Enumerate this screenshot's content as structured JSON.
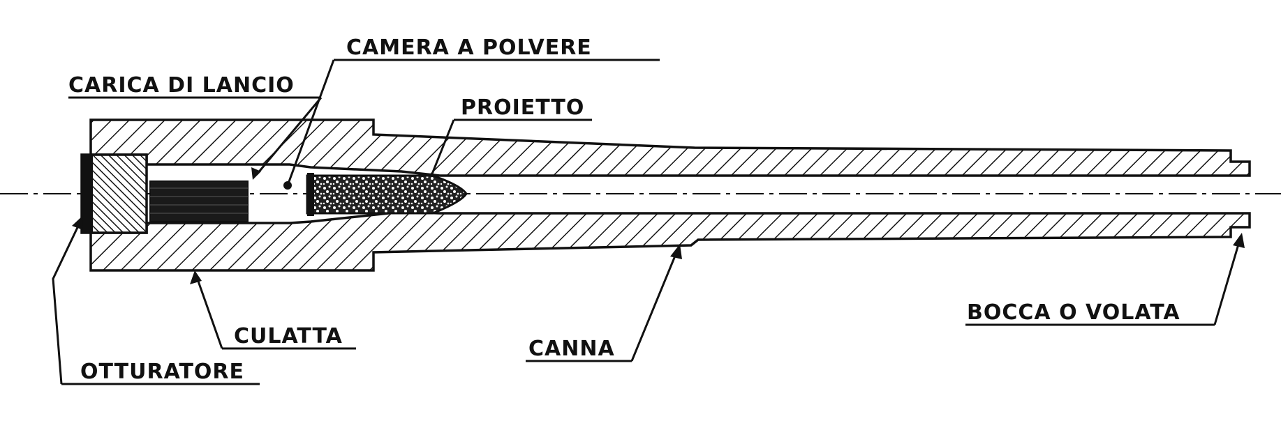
{
  "figure": {
    "labels": {
      "camera": "CAMERA A POLVERE",
      "carica": "CARICA DI LANCIO",
      "proietto": "PROIETTO",
      "culatta": "CULATTA",
      "otturatore": "OTTURATORE",
      "canna": "CANNA",
      "bocca": "BOCCA O VOLATA"
    },
    "colors": {
      "ink": "#111111",
      "paper": "#ffffff"
    }
  }
}
